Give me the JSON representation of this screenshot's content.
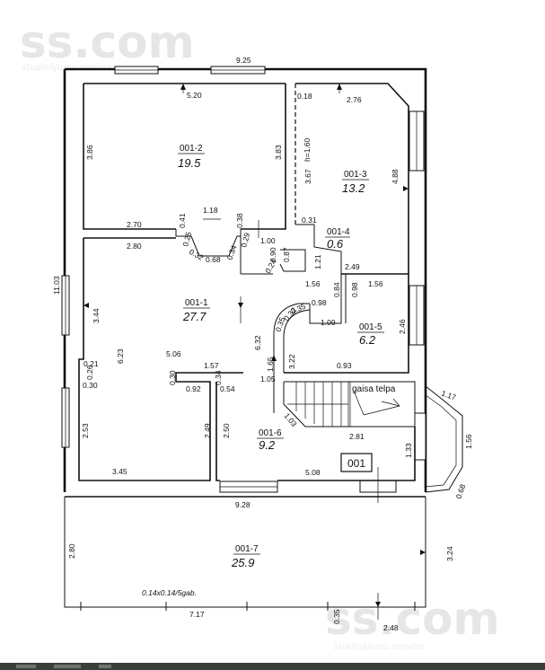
{
  "watermark": {
    "brand": "ss.com",
    "tagline": "studiņājumu serviss"
  },
  "rooms": [
    {
      "id": "001-2",
      "area": "19.5"
    },
    {
      "id": "001-3",
      "area": "13.2"
    },
    {
      "id": "001-4",
      "area": "0.6"
    },
    {
      "id": "001-1",
      "area": "27.7"
    },
    {
      "id": "001-5",
      "area": "6.2"
    },
    {
      "id": "001-6",
      "area": "9.2"
    },
    {
      "id": "001-7",
      "area": "25.9"
    }
  ],
  "labels": {
    "floor_tag": "001",
    "void": "gaisa telpa",
    "note": "0.14x0.14/5gab.",
    "h_mark": "h=1.60"
  },
  "dimensions": [
    "9.25",
    "5.20",
    "0.18",
    "2.76",
    "3.86",
    "3.83",
    "3.67",
    "4.88",
    "1.18",
    "0.41",
    "0.38",
    "2.70",
    "0.31",
    "1.00",
    "2.80",
    "0.25",
    "0.29",
    "0.32",
    "0.68",
    "0.34",
    "0.90",
    "0.87",
    "1.21",
    "0.24",
    "1.56",
    "2.49",
    "11.03",
    "3.44",
    "6.23",
    "5.06",
    "0.21",
    "0.26",
    "0.30",
    "0.30",
    "0.92",
    "1.57",
    "0.34",
    "0.54",
    "0.84",
    "0.98",
    "1.56",
    "0.35",
    "0.32",
    "0.35",
    "0.98",
    "1.09",
    "2.46",
    "6.32",
    "0.93",
    "3.22",
    "1.65",
    "1.05",
    "1.17",
    "1.03",
    "2.53",
    "2.49",
    "2.50",
    "2.81",
    "1.33",
    "1.56",
    "0.68",
    "3.45",
    "5.08",
    "9.28",
    "2.80",
    "3.24",
    "7.17",
    "0.35",
    "2.48"
  ]
}
